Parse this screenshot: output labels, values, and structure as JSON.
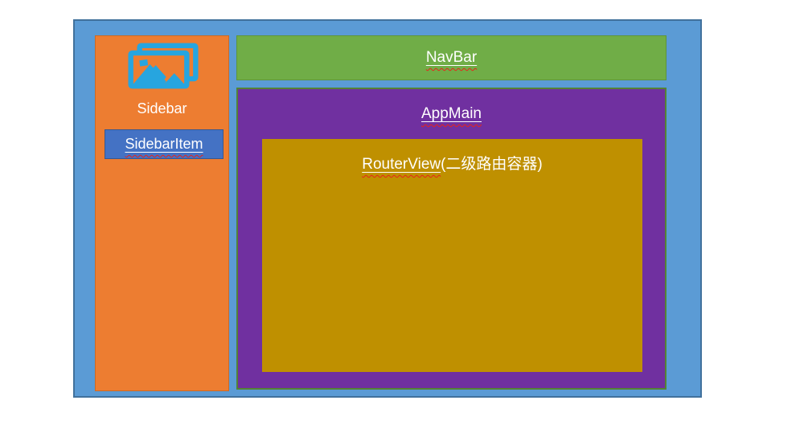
{
  "diagram": {
    "sidebar": {
      "label": "Sidebar",
      "icon": "pictures-icon",
      "item": {
        "label": "SidebarItem"
      }
    },
    "navbar": {
      "label": "NavBar"
    },
    "appmain": {
      "label": "AppMain"
    },
    "routerview": {
      "label": "RouterView",
      "annotation": "(二级路由容器)"
    },
    "colors": {
      "canvas_background": "#FFFFFF",
      "wrapper_fill": "#5B9BD5",
      "wrapper_border": "#41719C",
      "sidebar_fill": "#ED7D31",
      "sidebar_border": "#CD6A24",
      "sidebar_item_fill": "#4472C4",
      "sidebar_item_border": "#38588F",
      "navbar_fill": "#70AD47",
      "navbar_border": "#5E9639",
      "appmain_fill": "#7030A0",
      "appmain_border": "#548235",
      "routerview_fill": "#BF9000",
      "icon_color": "#27A5DF",
      "label_text": "#FFFFFF",
      "spellcheck_squiggle": "#E8231A"
    }
  }
}
